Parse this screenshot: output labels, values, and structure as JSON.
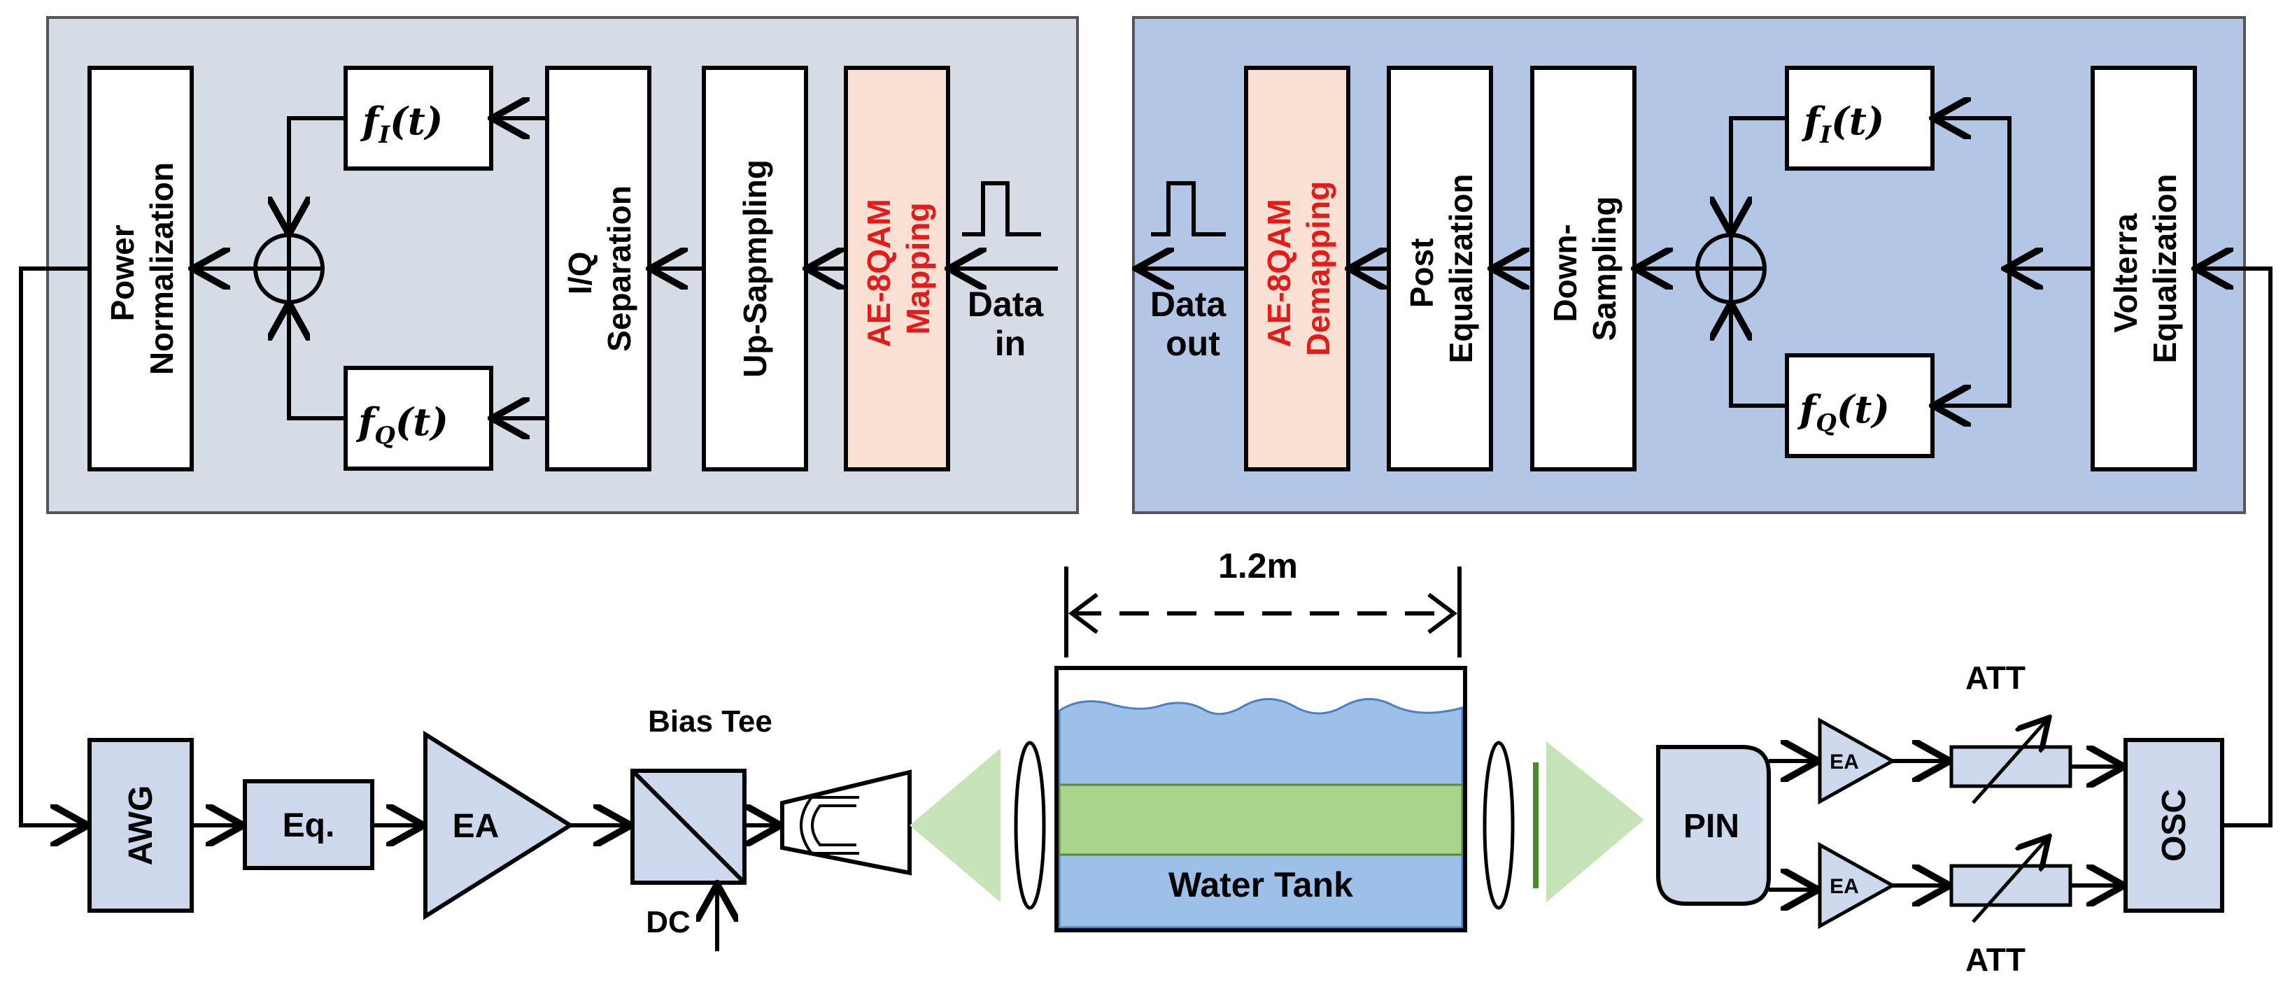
{
  "tx": {
    "power_norm": [
      "Power",
      "Normalization"
    ],
    "fi_main": "f",
    "fi_sub": "I",
    "fi_arg": "(t)",
    "fq_main": "f",
    "fq_sub": "Q",
    "fq_arg": "(t)",
    "iq_sep": [
      "I/Q",
      "Separation"
    ],
    "upsampling": "Up-Sapmpling",
    "mapping": [
      "AE-8QAM",
      "Mapping"
    ],
    "data_in": [
      "Data",
      "in"
    ]
  },
  "rx": {
    "data_out": [
      "Data",
      "out"
    ],
    "demapping": [
      "AE-8QAM",
      "Demapping"
    ],
    "post_eq": [
      "Post",
      "Equalization"
    ],
    "downsampling": [
      "Down-",
      "Sampling"
    ],
    "fi_main": "f",
    "fi_sub": "I",
    "fi_arg": "(t)",
    "fq_main": "f",
    "fq_sub": "Q",
    "fq_arg": "(t)",
    "volterra": [
      "Volterra",
      "Equalization"
    ]
  },
  "hardware": {
    "awg": "AWG",
    "eq": "Eq.",
    "ea": "EA",
    "bias_tee": "Bias Tee",
    "dc": "DC",
    "distance": "1.2m",
    "water_tank": "Water Tank",
    "pin": "PIN",
    "ea_small_top": "EA",
    "ea_small_bottom": "EA",
    "att_top": "ATT",
    "att_bottom": "ATT",
    "osc": "OSC"
  },
  "colors": {
    "tx_panel": "#d6dce6",
    "rx_panel": "#b3c6e6",
    "mapping_fill": "#f9e0d2",
    "accent_red": "#e41b1b",
    "device_fill": "#cdd8ec",
    "water_blue": "#9cc0e8",
    "water_green": "#a8d48c",
    "beam_green": "#c6e4b8"
  }
}
